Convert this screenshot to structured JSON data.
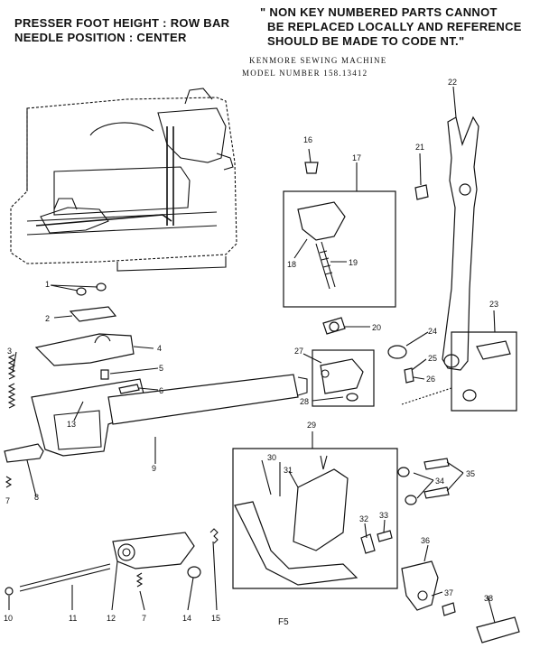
{
  "header": {
    "left_line1": "PRESSER FOOT HEIGHT : ROW BAR",
    "left_line2": "NEEDLE POSITION : CENTER",
    "note_line1": "\" NON KEY NUMBERED PARTS CANNOT",
    "note_line2": "BE REPLACED LOCALLY AND REFERENCE",
    "note_line3": "SHOULD BE MADE TO CODE NT.\"",
    "model_line1": "KENMORE SEWING MACHINE",
    "model_line2": "MODEL NUMBER 158.13412"
  },
  "footer": {
    "page_code": "F5"
  },
  "parts": [
    {
      "num": "1"
    },
    {
      "num": "2"
    },
    {
      "num": "3"
    },
    {
      "num": "4"
    },
    {
      "num": "5"
    },
    {
      "num": "6"
    },
    {
      "num": "7"
    },
    {
      "num": "8"
    },
    {
      "num": "9"
    },
    {
      "num": "10"
    },
    {
      "num": "11"
    },
    {
      "num": "12"
    },
    {
      "num": "7"
    },
    {
      "num": "13"
    },
    {
      "num": "14"
    },
    {
      "num": "15"
    },
    {
      "num": "16"
    },
    {
      "num": "17"
    },
    {
      "num": "18"
    },
    {
      "num": "19"
    },
    {
      "num": "20"
    },
    {
      "num": "21"
    },
    {
      "num": "22"
    },
    {
      "num": "23"
    },
    {
      "num": "24"
    },
    {
      "num": "25"
    },
    {
      "num": "26"
    },
    {
      "num": "27"
    },
    {
      "num": "28"
    },
    {
      "num": "29"
    },
    {
      "num": "30"
    },
    {
      "num": "31"
    },
    {
      "num": "32"
    },
    {
      "num": "33"
    },
    {
      "num": "34"
    },
    {
      "num": "35"
    },
    {
      "num": "36"
    },
    {
      "num": "37"
    },
    {
      "num": "38"
    }
  ]
}
